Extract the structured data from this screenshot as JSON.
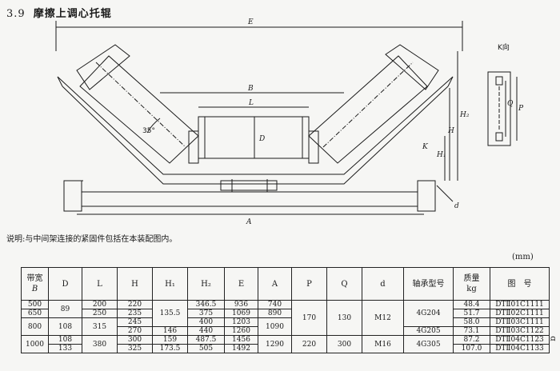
{
  "heading": {
    "number": "3.9",
    "title": "摩擦上调心托辊"
  },
  "drawing_labels": {
    "E": "E",
    "B": "B",
    "L": "L",
    "D": "D",
    "angle": "35°",
    "H": "H",
    "H1": "H₁",
    "H2": "H₂",
    "K": "K",
    "A": "A",
    "d": "d",
    "view": "K向",
    "Q": "Q",
    "P": "P"
  },
  "note": "说明:与中间架连接的紧固件包括在本装配图内。",
  "unit": "(mm)",
  "table": {
    "headers": {
      "B": "带宽",
      "B_sym": "B",
      "D": "D",
      "L": "L",
      "H": "H",
      "H1": "H₁",
      "H2": "H₂",
      "E": "E",
      "A": "A",
      "P": "P",
      "Q": "Q",
      "d": "d",
      "bearing": "轴承型号",
      "mass": "质量",
      "mass_unit": "kg",
      "fig": "图　号"
    },
    "c": {
      "b500": "500",
      "b650": "650",
      "b800": "800",
      "b1000": "1000",
      "d89": "89",
      "d108": "108",
      "d133": "133",
      "l200": "200",
      "l250": "250",
      "l315": "315",
      "l380": "380",
      "h220": "220",
      "h235": "235",
      "h245": "245",
      "h270": "270",
      "h300": "300",
      "h325": "325",
      "h1_1355": "135.5",
      "h1_146": "146",
      "h1_159": "159",
      "h1_1735": "173.5",
      "h2_3465": "346.5",
      "h2_375": "375",
      "h2_400": "400",
      "h2_440": "440",
      "h2_4875": "487.5",
      "h2_505": "505",
      "e936": "936",
      "e1069": "1069",
      "e1203": "1203",
      "e1260": "1260",
      "e1456": "1456",
      "e1492": "1492",
      "a740": "740",
      "a890": "890",
      "a1090": "1090",
      "a1290": "1290",
      "p170": "170",
      "p220": "220",
      "q130": "130",
      "q300": "300",
      "dm12": "M12",
      "dm16": "M16",
      "br204": "4G204",
      "br205": "4G205",
      "br305": "4G305",
      "m1": "48.4",
      "m2": "51.7",
      "m3": "58.0",
      "m4": "73.1",
      "m5": "87.2",
      "m6": "107.0",
      "f1": "DTⅡ01C1111",
      "f2": "DTⅡ02C1111",
      "f3": "DTⅡ03C1111",
      "f4": "DTⅡ03C1122",
      "f5": "DTⅡ04C1123",
      "f6": "DTⅡ04C1133"
    }
  },
  "edge_mark": "ɑ"
}
